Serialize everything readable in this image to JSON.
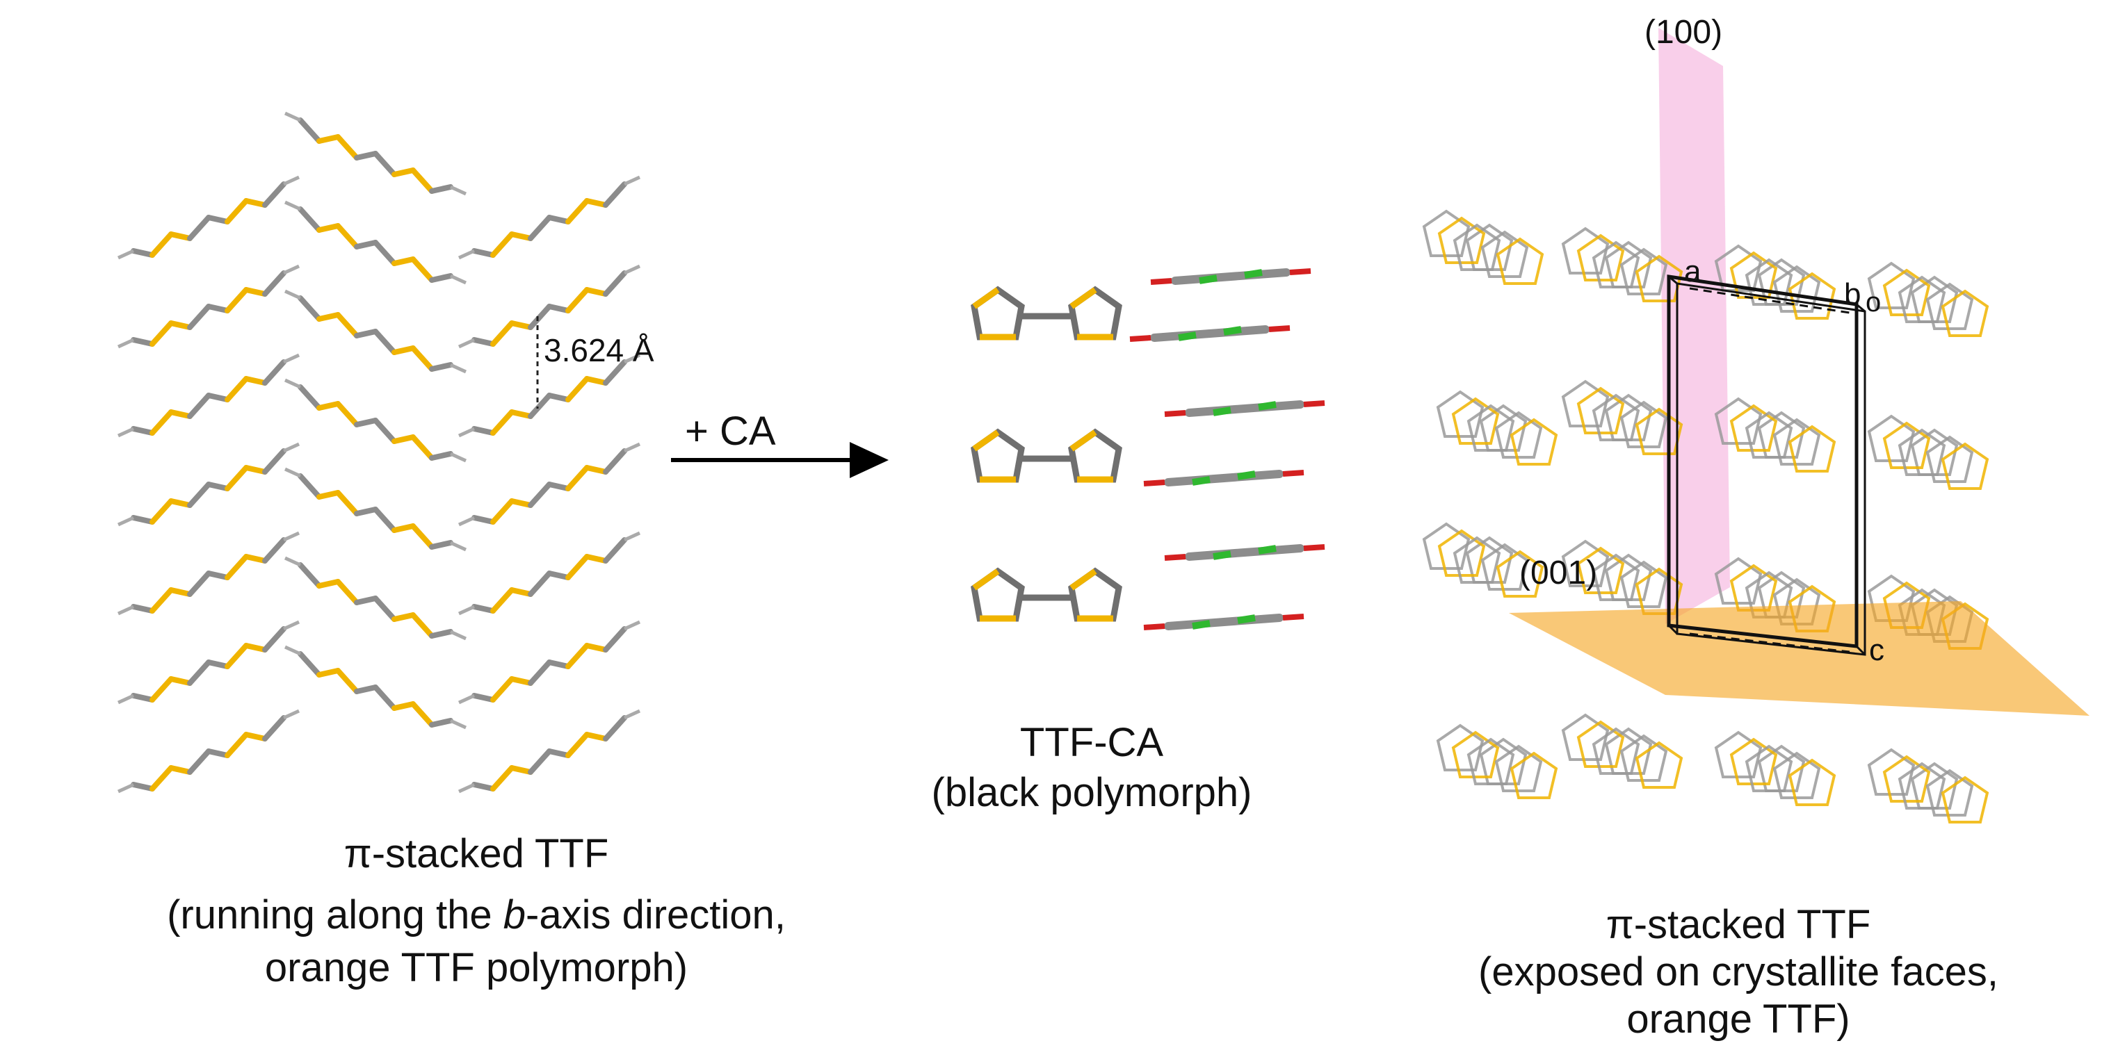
{
  "palette": {
    "carbon": "#8c8c8c",
    "carbon_dark": "#6f6f6f",
    "sulfur": "#f0b400",
    "chlorine": "#2fb82f",
    "oxygen": "#d42020",
    "plane_100": "#f4a8d8",
    "plane_001": "#f5a623",
    "cell": "#111111"
  },
  "left_panel": {
    "distance_label": "3.624 Å",
    "caption_line1": "π-stacked TTF",
    "caption_line2_a": "(running along the ",
    "caption_line2_b": "b",
    "caption_line2_c": "-axis direction,",
    "caption_line3": "orange TTF polymorph)"
  },
  "reaction": {
    "reagent_label": "+ CA"
  },
  "middle_panel": {
    "caption_line1": "TTF-CA",
    "caption_line2": "(black polymorph)"
  },
  "right_panel": {
    "plane_100_label": "(100)",
    "plane_001_label": "(001)",
    "axis_a": "a",
    "axis_b": "b",
    "axis_o": "o",
    "axis_c": "c",
    "caption_line1": "π-stacked TTF",
    "caption_line2": "(exposed on crystallite faces,",
    "caption_line3": "orange TTF)"
  }
}
